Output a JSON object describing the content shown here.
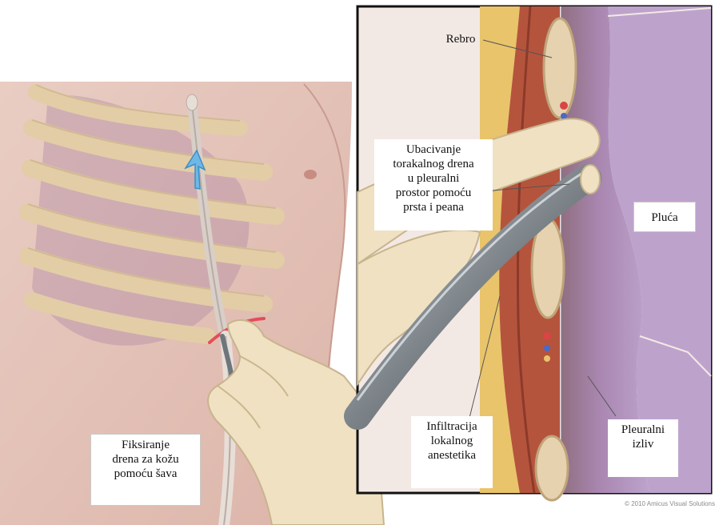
{
  "labels": {
    "rebro": "Rebro",
    "ubacivanje": "Ubacivanje\ntorakalnog drena\nu pleuralni\nprostor pomoću\nprsta i peana",
    "pluca": "Pluća",
    "infiltracija": "Infiltracija\nlokalnog\nanestetika",
    "pleuralni_izliv": "Pleuralni\nizliv",
    "fiksiranje": "Fiksiranje\ndrena za kožu\npomoću šava"
  },
  "copyright": "© 2010 Amicus Visual Solutions",
  "colors": {
    "skin": "#e8c9bf",
    "rib": "#e6d2ae",
    "lung": "#b89ac6",
    "effusion": "#8f6e80",
    "tube": "#9aa0a6",
    "muscle": "#b5543c",
    "fat": "#e9c46a",
    "arrow": "#6fb8e6",
    "incision": "#e23a4a"
  },
  "icons": {
    "arrow": "arrow-up-icon"
  }
}
